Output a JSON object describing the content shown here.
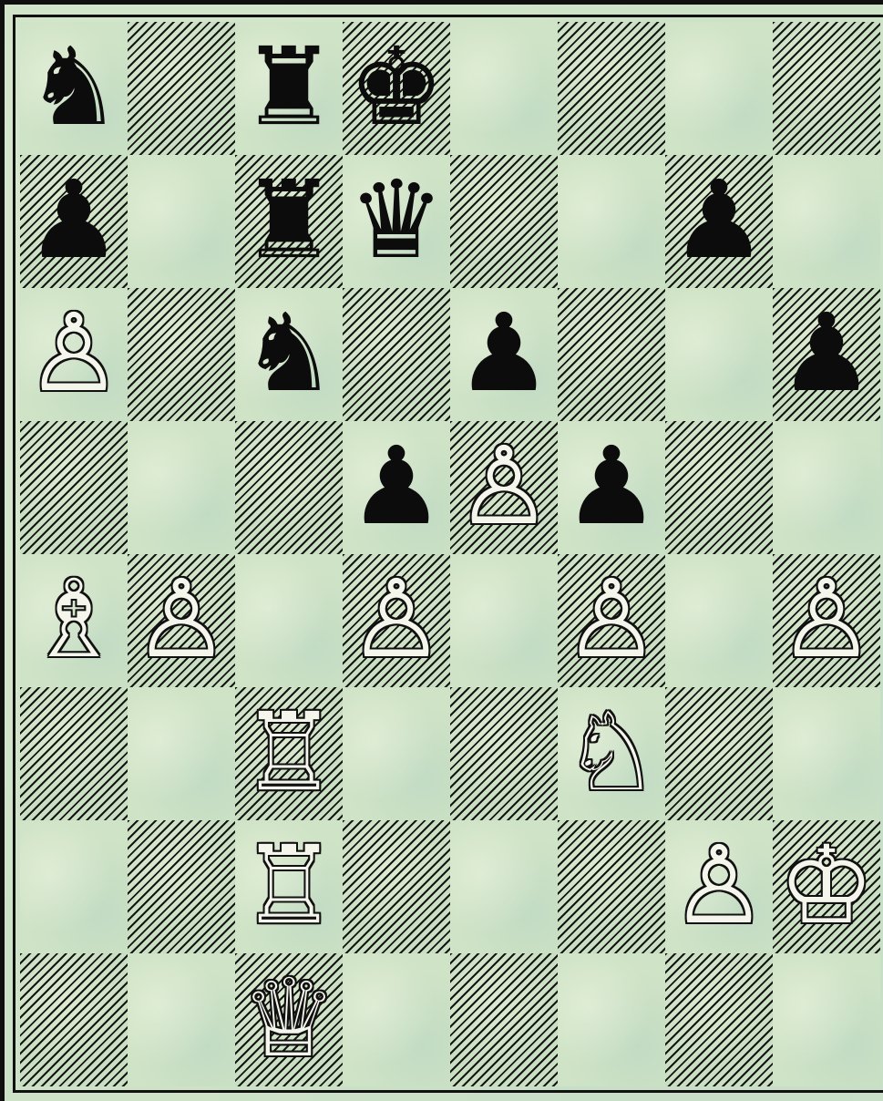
{
  "board": {
    "files": 8,
    "ranks": 8,
    "top_left_color": "light",
    "colors": {
      "frame": "#101010",
      "light_square": "#cfe3c6",
      "dark_square_hatch": "#151515",
      "white_piece_fill": "#f4f6ec",
      "black_piece_fill": "#0c0c0c"
    },
    "rows": [
      [
        {
          "piece": "knight",
          "side": "black",
          "glyph": "♞"
        },
        null,
        {
          "piece": "rook",
          "side": "black",
          "glyph": "♜"
        },
        {
          "piece": "king",
          "side": "black",
          "glyph": "♚"
        },
        null,
        null,
        null,
        null
      ],
      [
        {
          "piece": "pawn",
          "side": "black",
          "glyph": "♟"
        },
        null,
        {
          "piece": "rook",
          "side": "black",
          "glyph": "♜"
        },
        {
          "piece": "queen",
          "side": "black",
          "glyph": "♛"
        },
        null,
        null,
        {
          "piece": "pawn",
          "side": "black",
          "glyph": "♟"
        },
        null
      ],
      [
        {
          "piece": "pawn",
          "side": "white",
          "glyph": "♙"
        },
        null,
        {
          "piece": "knight",
          "side": "black",
          "glyph": "♞"
        },
        null,
        {
          "piece": "pawn",
          "side": "black",
          "glyph": "♟"
        },
        null,
        null,
        {
          "piece": "pawn",
          "side": "black",
          "glyph": "♟"
        }
      ],
      [
        null,
        null,
        null,
        {
          "piece": "pawn",
          "side": "black",
          "glyph": "♟"
        },
        {
          "piece": "pawn",
          "side": "white",
          "glyph": "♙"
        },
        {
          "piece": "pawn",
          "side": "black",
          "glyph": "♟"
        },
        null,
        null
      ],
      [
        {
          "piece": "bishop",
          "side": "white",
          "glyph": "♗"
        },
        {
          "piece": "pawn",
          "side": "white",
          "glyph": "♙"
        },
        null,
        {
          "piece": "pawn",
          "side": "white",
          "glyph": "♙"
        },
        null,
        {
          "piece": "pawn",
          "side": "white",
          "glyph": "♙"
        },
        null,
        {
          "piece": "pawn",
          "side": "white",
          "glyph": "♙"
        }
      ],
      [
        null,
        null,
        {
          "piece": "rook",
          "side": "white",
          "glyph": "♖"
        },
        null,
        null,
        {
          "piece": "knight",
          "side": "white",
          "glyph": "♘"
        },
        null,
        null
      ],
      [
        null,
        null,
        {
          "piece": "rook",
          "side": "white",
          "glyph": "♖"
        },
        null,
        null,
        null,
        {
          "piece": "pawn",
          "side": "white",
          "glyph": "♙"
        },
        {
          "piece": "king",
          "side": "white",
          "glyph": "♔"
        }
      ],
      [
        null,
        null,
        {
          "piece": "queen",
          "side": "white",
          "glyph": "♕"
        },
        null,
        null,
        null,
        null,
        null
      ]
    ]
  }
}
